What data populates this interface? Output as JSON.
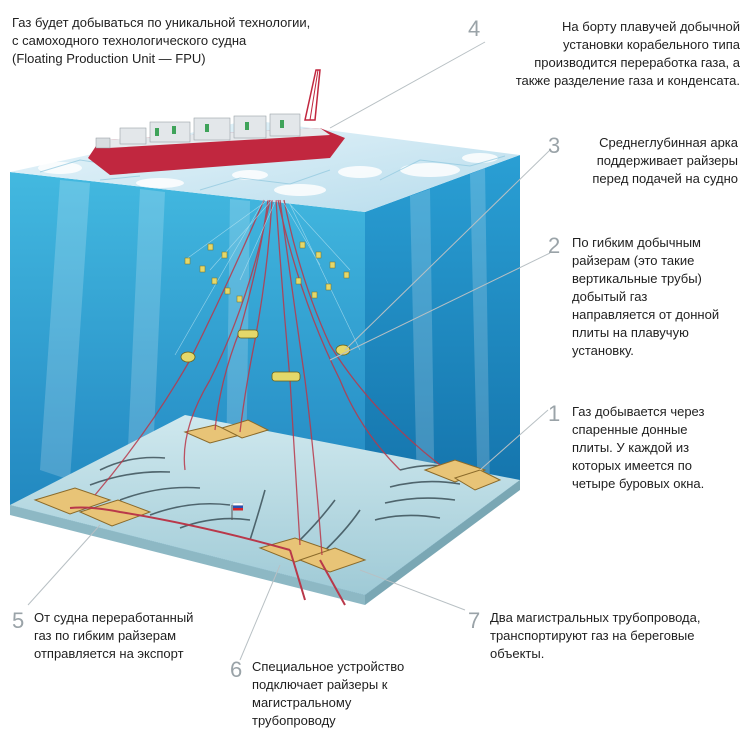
{
  "intro": {
    "text": "Газ будет добываться по уникальной технологии,\nс самоходного технологического судна\n(Floating Production Unit — FPU)"
  },
  "callouts": [
    {
      "number": "4",
      "text": "На борту плавучей добычной\nустановки корабельного типа\nпроизводится переработка газа, а\nтакже разделение газа и конденсата."
    },
    {
      "number": "3",
      "text": "Среднеглубинная арка\nподдерживает райзеры\nперед подачей на судно"
    },
    {
      "number": "2",
      "text": "По гибким добычным\nрайзерам (это такие\nвертикальные трубы)\nдобытый газ\nнаправляется от донной\nплиты на плавучую\nустановку."
    },
    {
      "number": "1",
      "text": "Газ добывается через\nспаренные донные\nплиты. У каждой из\nкоторых имеется по\nчетыре буровых окна."
    },
    {
      "number": "5",
      "text": "От судна переработанный\nгаз по гибким райзерам\nотправляется на экспорт"
    },
    {
      "number": "6",
      "text": "Специальное устройство\nподключает райзеры к\nмагистральному\nтрубопроводу"
    },
    {
      "number": "7",
      "text": "Два магистральных трубопровода,\nтранспортируют газ на береговые\nобъекты."
    }
  ],
  "colors": {
    "water_top": "#3fb6de",
    "water_deep": "#0f6fa8",
    "ice": "#d9eef7",
    "seabed": "#b9dbe3",
    "hull": "#c1273f",
    "riser": "#b9384a",
    "leader": "#b8c0c4"
  }
}
